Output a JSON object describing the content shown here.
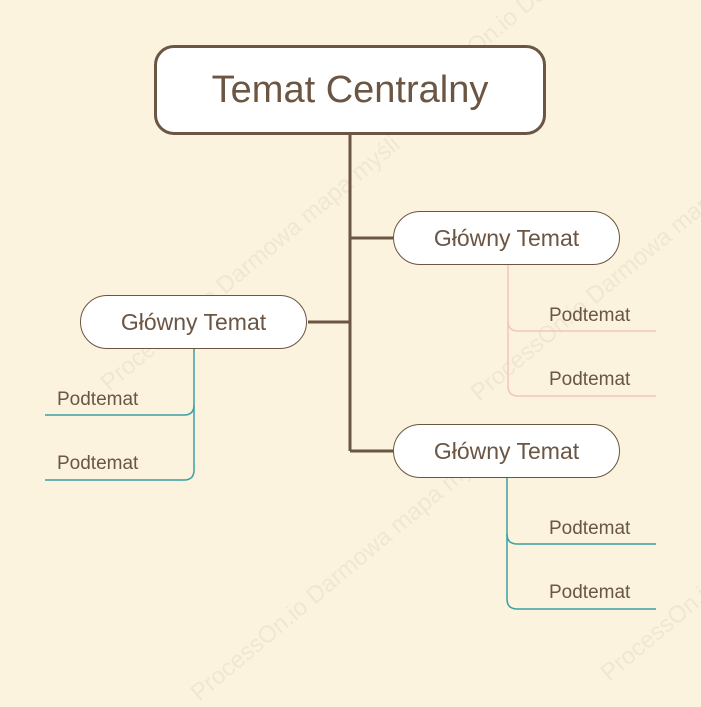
{
  "central_topic": {
    "label": "Temat Centralny"
  },
  "main_topics": [
    {
      "label": "Główny Temat",
      "subtopics": [
        "Podtemat",
        "Podtemat"
      ]
    },
    {
      "label": "Główny Temat",
      "subtopics": [
        "Podtemat",
        "Podtemat"
      ]
    },
    {
      "label": "Główny Temat",
      "subtopics": [
        "Podtemat",
        "Podtemat"
      ]
    }
  ],
  "watermark": {
    "text": "ProcessOn.io Darmowa mapa myśli"
  },
  "colors": {
    "background": "#fbf3de",
    "node_border": "#6b5543",
    "text": "#6b5543",
    "branch_pink": "#f5c3bd",
    "branch_teal": "#3aa0a6"
  }
}
